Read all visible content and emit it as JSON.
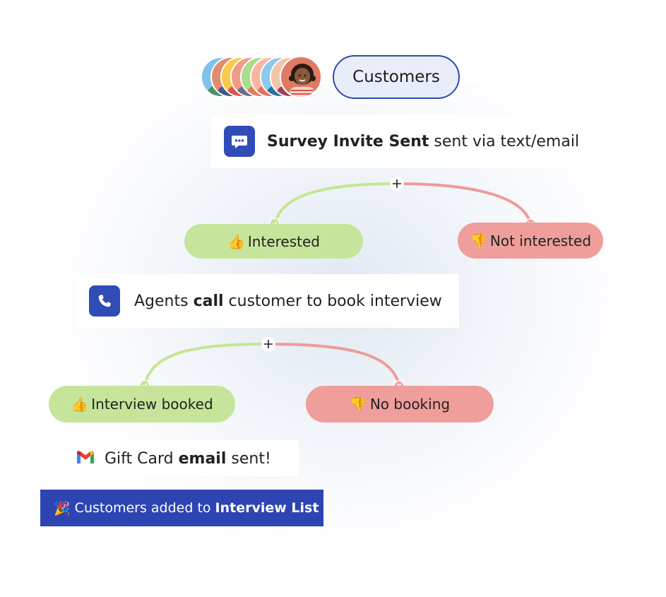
{
  "customers_label": "Customers",
  "survey": {
    "bold": "Survey Invite Sent",
    "rest": " sent via text/email",
    "icon": "chat-bubble-icon"
  },
  "branch1": {
    "yes": {
      "emoji": "👍",
      "label": "Interested"
    },
    "no": {
      "emoji": "👎",
      "label": "Not interested"
    }
  },
  "call": {
    "before": "Agents ",
    "bold": "call",
    "after": " customer to book interview",
    "icon": "phone-icon"
  },
  "branch2": {
    "yes": {
      "emoji": "👍",
      "label": "Interview booked"
    },
    "no": {
      "emoji": "👎",
      "label": "No booking"
    }
  },
  "gift": {
    "before": "Gift Card ",
    "bold": "email",
    "after": " sent!",
    "icon": "gmail-icon"
  },
  "banner": {
    "emoji": "🎉",
    "text": "Customers added to",
    "bold": "Interview List"
  },
  "colors": {
    "accent": "#2f4cb7",
    "positive": "#c6e59b",
    "negative": "#ef9e9b",
    "positive_line": "#c4e690",
    "negative_line": "#ee9b98"
  }
}
